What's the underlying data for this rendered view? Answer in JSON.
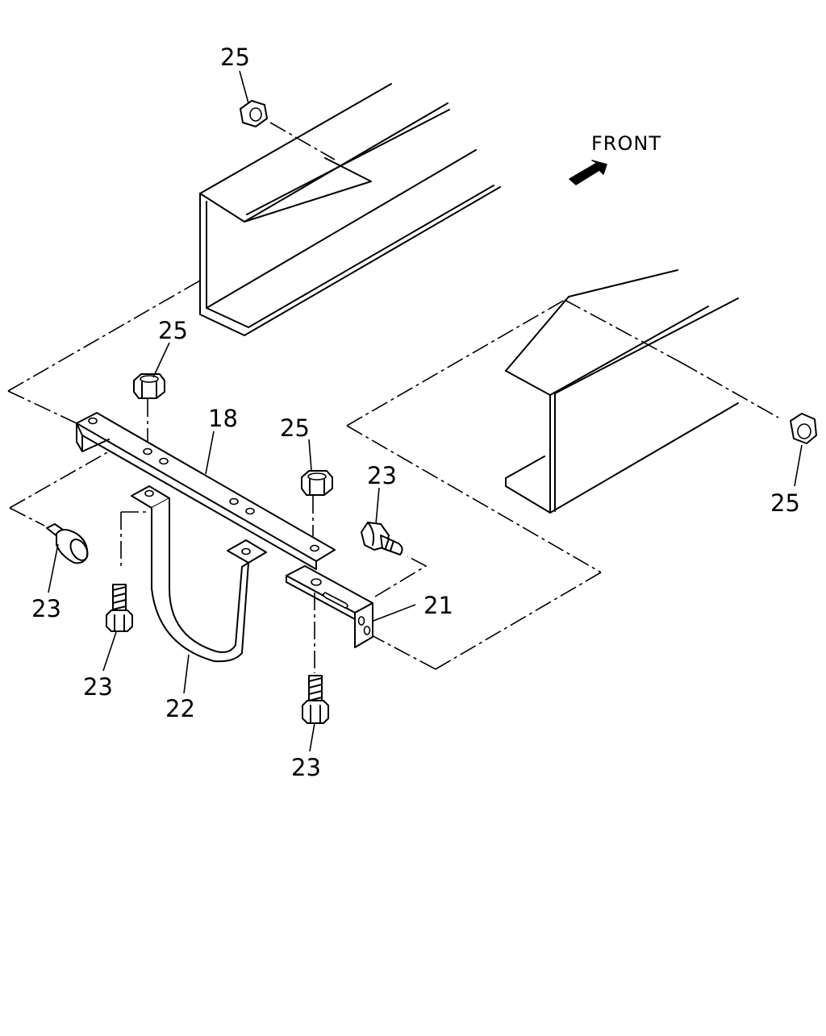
{
  "front_label": "FRONT",
  "callouts": {
    "c25_top": "25",
    "c25_mid": "25",
    "c25_center": "25",
    "c25_right": "25",
    "c18": "18",
    "c23_left": "23",
    "c23_lower": "23",
    "c23_right": "23",
    "c23_bottom": "23",
    "c21": "21",
    "c22": "22"
  }
}
